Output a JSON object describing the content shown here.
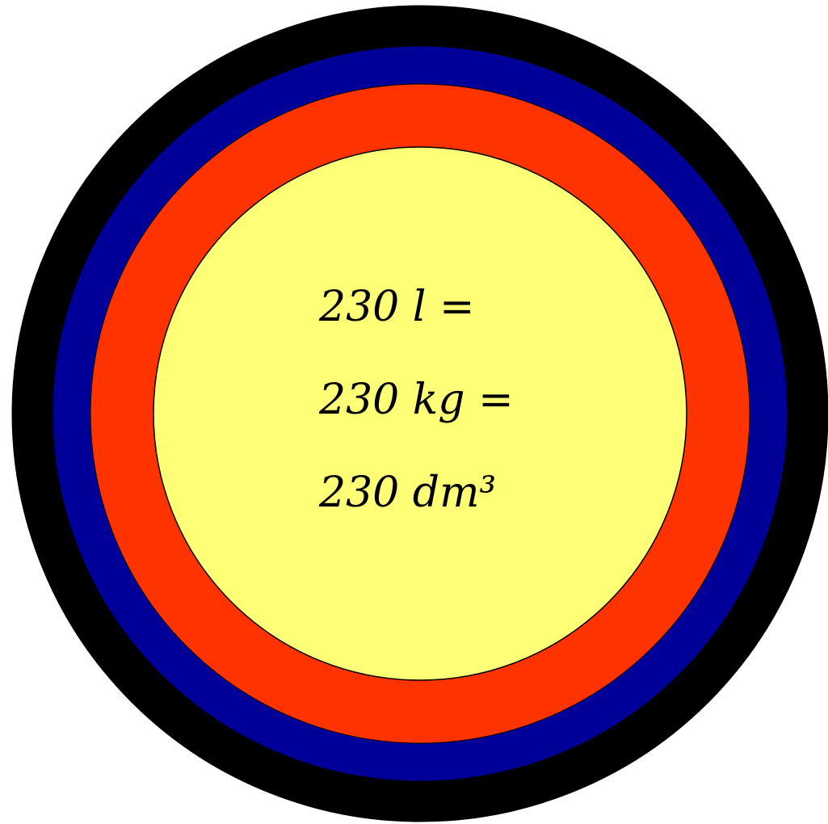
{
  "rings": {
    "outer_color": "#000000",
    "second_color": "#000099",
    "third_color": "#FF3300",
    "center_color": "#FFFF77"
  },
  "labels": [
    "230 l =",
    "230 kg =",
    "230 dm³"
  ]
}
